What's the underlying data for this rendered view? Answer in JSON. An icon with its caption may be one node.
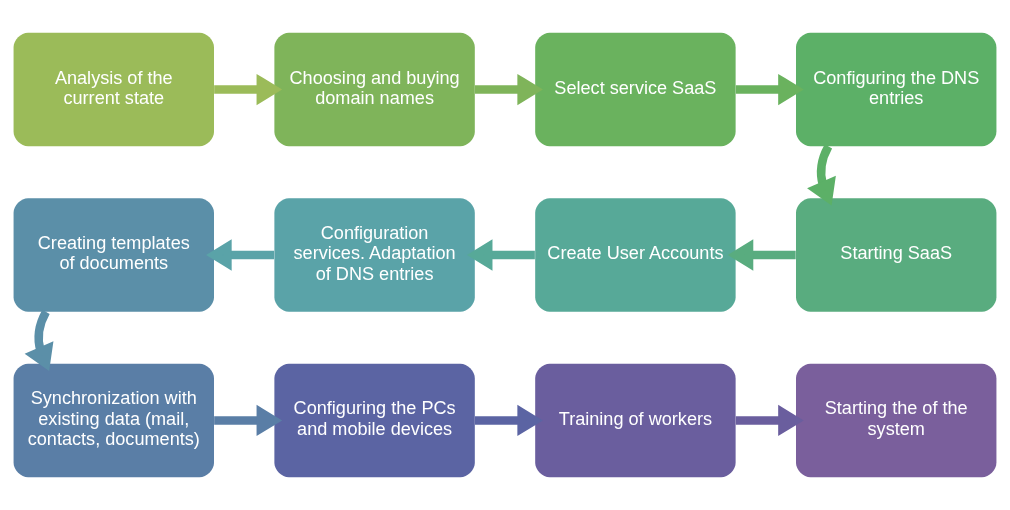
{
  "diagram": {
    "nodes": [
      {
        "text": [
          "Analysis of the current state"
        ]
      },
      {
        "text": [
          "Choosing and buying domain names"
        ]
      },
      {
        "text": [
          "Select service SaaS"
        ]
      },
      {
        "text": [
          "Configuring the DNS entries"
        ]
      },
      {
        "text": [
          "Starting SaaS"
        ]
      },
      {
        "text": [
          "Create User Accounts"
        ]
      },
      {
        "text": [
          "Configuration services. Adaptation of DNS entries"
        ]
      },
      {
        "text": [
          "Creating templates of documents"
        ]
      },
      {
        "text": [
          "Synchronization with existing data (mail, contacts, documents)"
        ]
      },
      {
        "text": [
          "Configuring the PCs and mobile devices"
        ]
      },
      {
        "text": [
          "Training of workers"
        ]
      },
      {
        "text": [
          "Starting the of the system"
        ]
      }
    ],
    "edges": [
      {
        "from": 0,
        "to": 1,
        "arrow": "to",
        "color": "#9bbb59"
      },
      {
        "from": 1,
        "to": 2,
        "arrow": "to",
        "color": "#7fb45a"
      },
      {
        "from": 2,
        "to": 3,
        "arrow": "to",
        "color": "#6ab25e"
      },
      {
        "from": 3,
        "to": 4,
        "arrow": "to",
        "color": "#5cb067"
      },
      {
        "from": 4,
        "to": 5,
        "arrow": "to",
        "color": "#59ac7f"
      },
      {
        "from": 5,
        "to": 6,
        "arrow": "to",
        "color": "#57a998"
      },
      {
        "from": 6,
        "to": 7,
        "arrow": "to",
        "color": "#5aa3a8"
      },
      {
        "from": 7,
        "to": 8,
        "arrow": "to",
        "color": "#5b8fa8"
      },
      {
        "from": 8,
        "to": 9,
        "arrow": "to",
        "color": "#5a7ea6"
      },
      {
        "from": 9,
        "to": 10,
        "arrow": "to",
        "color": "#5b64a3"
      },
      {
        "from": 10,
        "to": 11,
        "arrow": "to",
        "color": "#6a5e9e"
      }
    ]
  }
}
